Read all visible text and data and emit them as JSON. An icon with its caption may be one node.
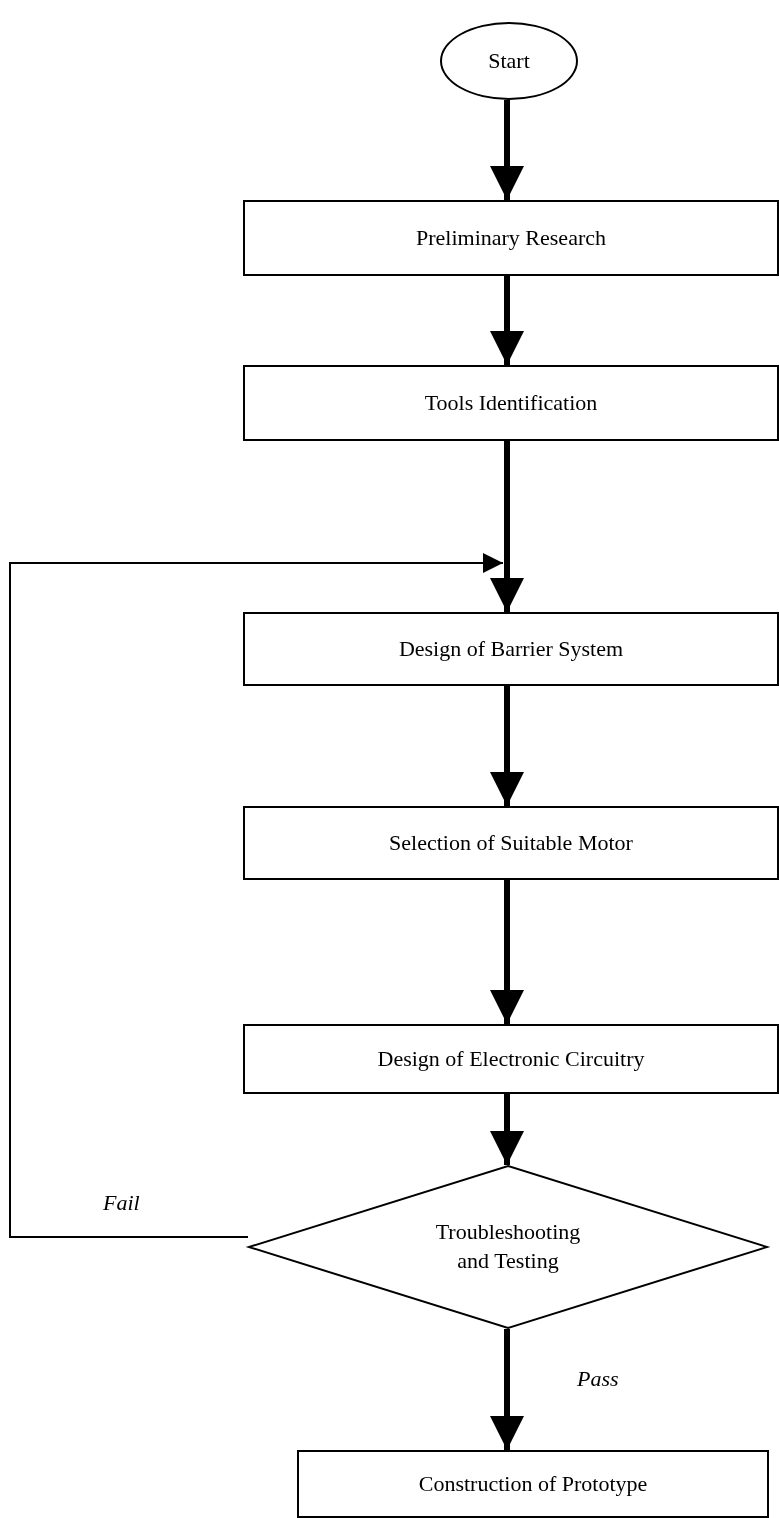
{
  "diagram": {
    "nodes": [
      {
        "text": [
          "Start"
        ]
      },
      {
        "text": [
          "Preliminary Research"
        ]
      },
      {
        "text": [
          "Tools Identification"
        ]
      },
      {
        "text": [
          "Design of Barrier System"
        ]
      },
      {
        "text": [
          "Selection of Suitable Motor"
        ]
      },
      {
        "text": [
          "Design of Electronic Circuitry"
        ]
      },
      {
        "text": [
          "Troubleshooting and Testing"
        ]
      },
      {
        "text": [
          "Construction of Prototype"
        ]
      }
    ],
    "edges": [
      {
        "from": 0,
        "to": 1,
        "arrow": "to"
      },
      {
        "from": 1,
        "to": 2,
        "arrow": "to"
      },
      {
        "from": 2,
        "to": 3,
        "arrow": "to"
      },
      {
        "from": 3,
        "to": 4,
        "arrow": "to"
      },
      {
        "from": 4,
        "to": 5,
        "arrow": "to"
      },
      {
        "from": 5,
        "to": 6,
        "arrow": "to"
      },
      {
        "from": 6,
        "to": 3,
        "arrow": "to",
        "label": "Fail"
      },
      {
        "from": 6,
        "to": 7,
        "arrow": "to",
        "label": "Pass"
      }
    ]
  }
}
